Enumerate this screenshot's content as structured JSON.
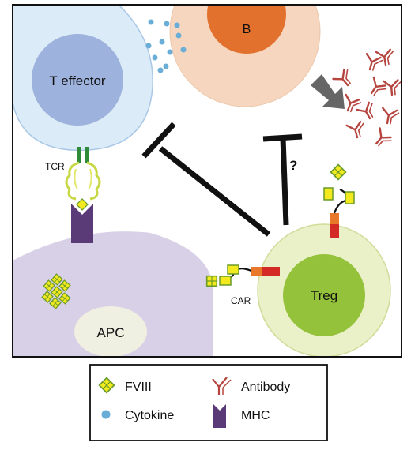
{
  "cells": {
    "t_effector": "T effector",
    "b_cell": "B",
    "apc": "APC",
    "treg": "Treg"
  },
  "receptors": {
    "tcr": "TCR",
    "car": "CAR"
  },
  "inhibition": {
    "question_mark": "?"
  },
  "legend": {
    "fviii": "FVIII",
    "antibody": "Antibody",
    "cytokine": "Cytokine",
    "mhc": "MHC"
  },
  "colors": {
    "t_effector_outer": "#dcebf8",
    "t_effector_inner": "#9db2dc",
    "b_outer": "#f6d6bf",
    "b_inner": "#e2712d",
    "apc": "#d8d0e6",
    "apc_nucleus": "#efefe2",
    "treg_outer": "#eaf0c8",
    "treg_inner": "#94c23b",
    "fviii": "#f2ea1f",
    "fviii_border": "#6a9a2a",
    "cytokine": "#6aaed8",
    "antibody": "#b5453e",
    "mhc": "#5b3a78",
    "tcr": "#2f8a3a",
    "car_orange": "#e8792a",
    "car_red": "#d42a25",
    "inhibition": "#111111",
    "arrow": "#666666"
  }
}
